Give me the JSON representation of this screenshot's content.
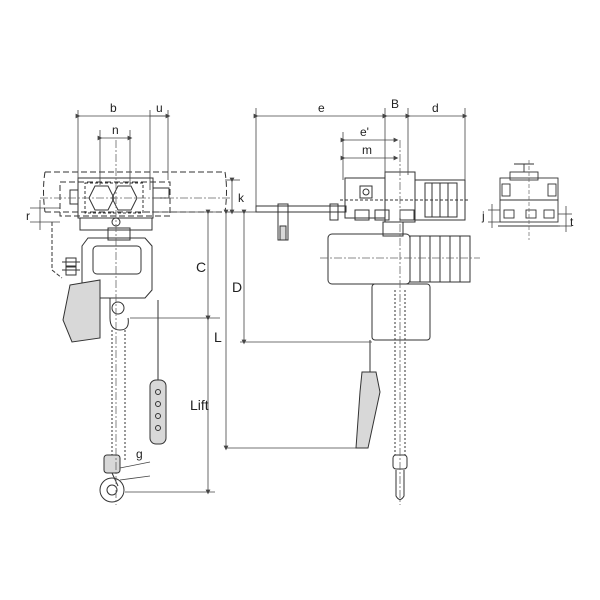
{
  "labels": {
    "b": "b",
    "u": "u",
    "n": "n",
    "k": "k",
    "r": "r",
    "C": "C",
    "L": "L",
    "lift": "Lift",
    "g": "g",
    "e": "e",
    "B": "B",
    "d": "d",
    "e_prime": "e'",
    "m": "m",
    "D": "D",
    "j": "j",
    "t": "t"
  },
  "colors": {
    "line": "#333333",
    "dim": "#444444",
    "fill_dark": "#d8d8d8",
    "background": "#ffffff"
  }
}
